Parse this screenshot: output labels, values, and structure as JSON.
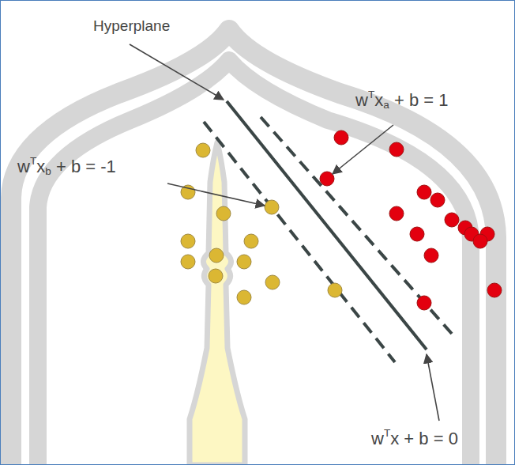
{
  "diagram": {
    "labels": [
      "Hyperplane",
      "wTxa + b = 1",
      "wTxb + b = -1",
      "wTx + b = 0"
    ]
  }
}
